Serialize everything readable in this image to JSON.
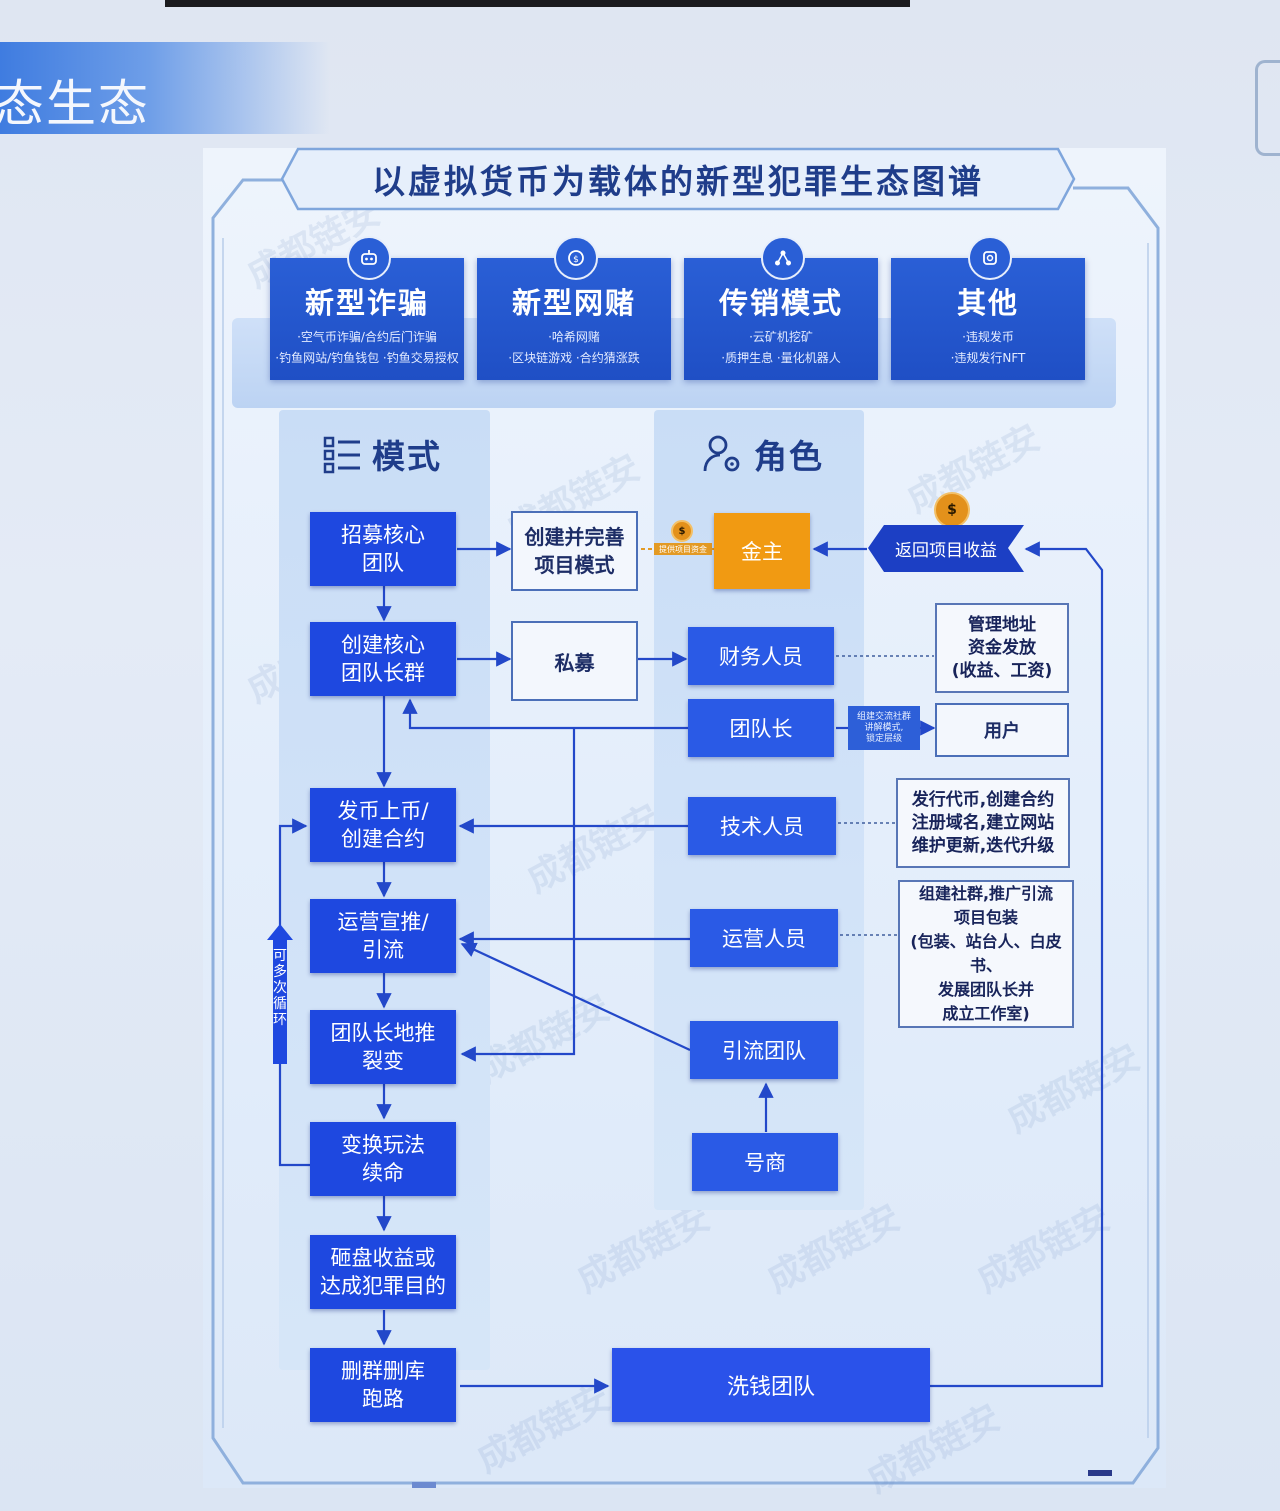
{
  "slide": {
    "title": "态生态"
  },
  "poster": {
    "title": "以虚拟货币为载体的新型犯罪生态图谱",
    "watermark": "成都链安"
  },
  "categories": [
    {
      "title": "新型诈骗",
      "line1": "·空气币诈骗/合约后门诈骗",
      "line2": "·钓鱼网站/钓鱼钱包  ·钓鱼交易授权",
      "icon": "robot-icon"
    },
    {
      "title": "新型网赌",
      "line1": "·哈希网赌",
      "line2": "·区块链游戏   ·合约猜涨跌",
      "icon": "coin-refresh-icon"
    },
    {
      "title": "传销模式",
      "line1": "·云矿机挖矿",
      "line2": "·质押生息  ·量化机器人",
      "icon": "network-icon"
    },
    {
      "title": "其他",
      "line1": "·违规发币",
      "line2": "·违规发行NFT",
      "icon": "token-icon"
    }
  ],
  "columns": {
    "mode": "模式",
    "role": "角色"
  },
  "steps": [
    "招募核心\n团队",
    "创建核心\n团队长群",
    "发币上币/\n创建合约",
    "运营宣推/\n引流",
    "团队长地推\n裂变",
    "变换玩法\n续命",
    "砸盘收益或\n达成犯罪目的",
    "删群删库\n跑路"
  ],
  "middle": {
    "project_model": "创建并完善\n项目模式",
    "private_raise": "私募"
  },
  "roles": {
    "boss": "金主",
    "finance": "财务人员",
    "team_leader": "团队长",
    "tech": "技术人员",
    "operations": "运营人员",
    "traffic_team": "引流团队",
    "account_dealer": "号商",
    "laundering_team": "洗钱团队"
  },
  "notes": {
    "finance": "管理地址\n资金发放\n(收益、工资)",
    "users": "用户",
    "tech": "发行代币,创建合约\n注册域名,建立网站\n维护更新,迭代升级",
    "operations": "组建社群,推广引流\n项目包装\n(包装、站台人、白皮书、\n发展团队长并\n成立工作室)"
  },
  "tags": {
    "return_profit": "返回项目收益",
    "boss_provides": "提供项目资金",
    "team_leader_action": "组建交流社群\n讲解模式,\n锁定层级",
    "loop": "可多次循环"
  }
}
